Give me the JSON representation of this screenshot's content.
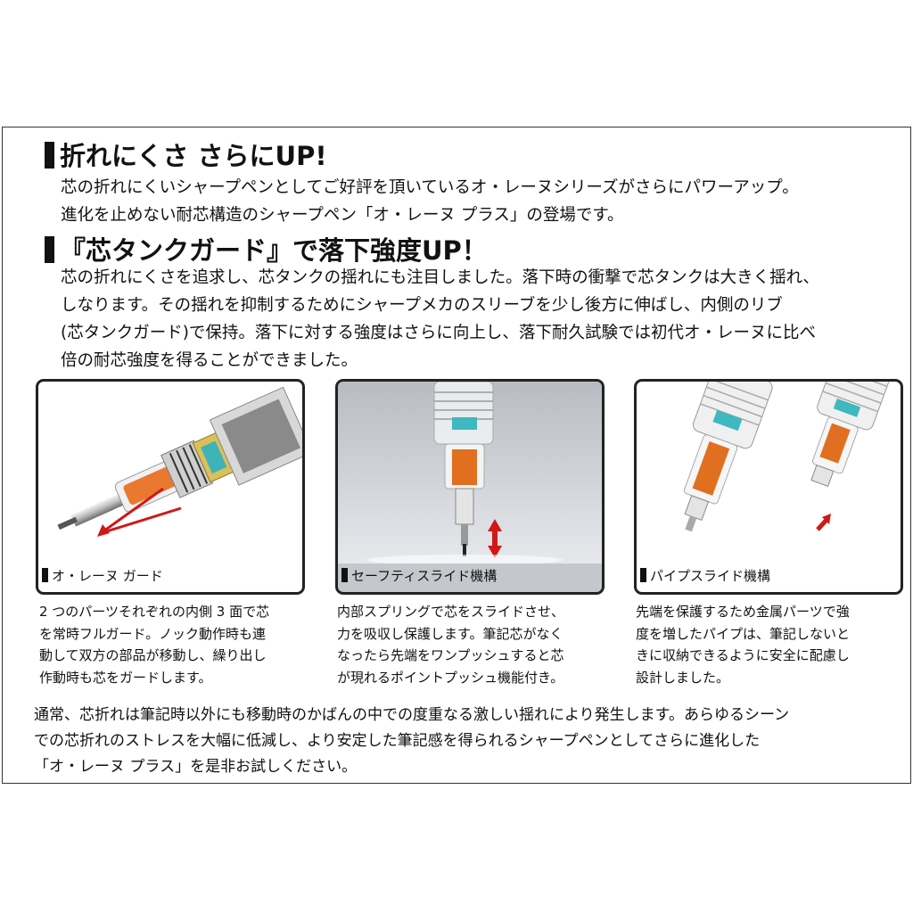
{
  "section1": {
    "heading": "折れにくさ さらにUP!",
    "lines": [
      "芯の折れにくいシャープペンとしてご好評を頂いているオ・レーヌシリーズがさらにパワーアップ。",
      "進化を止めない耐芯構造のシャープペン「オ・レーヌ プラス」の登場です。"
    ]
  },
  "section2": {
    "heading": "『芯タンクガード』で落下強度UP！",
    "lines": [
      "芯の折れにくさを追求し、芯タンクの揺れにも注目しました。落下時の衝撃で芯タンクは大きく揺れ、",
      "しなります。その揺れを抑制するためにシャープメカのスリーブを少し後方に伸ばし、内側のリブ",
      "(芯タンクガード)で保持。落下に対する強度はさらに向上し、落下耐久試験では初代オ・レーヌに比べ",
      "倍の耐芯強度を得ることができました。"
    ]
  },
  "panels": [
    {
      "caption": "オ・レーヌ ガード",
      "desc": [
        "2 つのパーツそれぞれの内側 3 面で芯",
        "を常時フルガード。ノック動作時も連",
        "動して双方の部品が移動し、繰り出し",
        "作動時も芯をガードします。"
      ]
    },
    {
      "caption": "セーフティスライド機構",
      "desc": [
        "内部スプリングで芯をスライドさせ、",
        "力を吸収し保護します。筆記芯がなく",
        "なったら先端をワンプッシュすると芯",
        "が現れるポイントプッシュ機能付き。"
      ]
    },
    {
      "caption": "パイプスライド機構",
      "desc": [
        "先端を保護するため金属パーツで強",
        "度を増したパイプは、筆記しないと",
        "きに収納できるように安全に配慮し",
        "設計しました。"
      ]
    }
  ],
  "footer": [
    "通常、芯折れは筆記時以外にも移動時のかばんの中での度重なる激しい揺れにより発生します。あらゆるシーン",
    "での芯折れのストレスを大幅に低減し、より安定した筆記感を得られるシャープペンとしてさらに進化した",
    "「オ・レーヌ プラス」を是非お試しください。"
  ],
  "colors": {
    "accent_red": "#d01818",
    "panel2_bg": "#c4c7cc",
    "lead_orange": "#e07020"
  }
}
